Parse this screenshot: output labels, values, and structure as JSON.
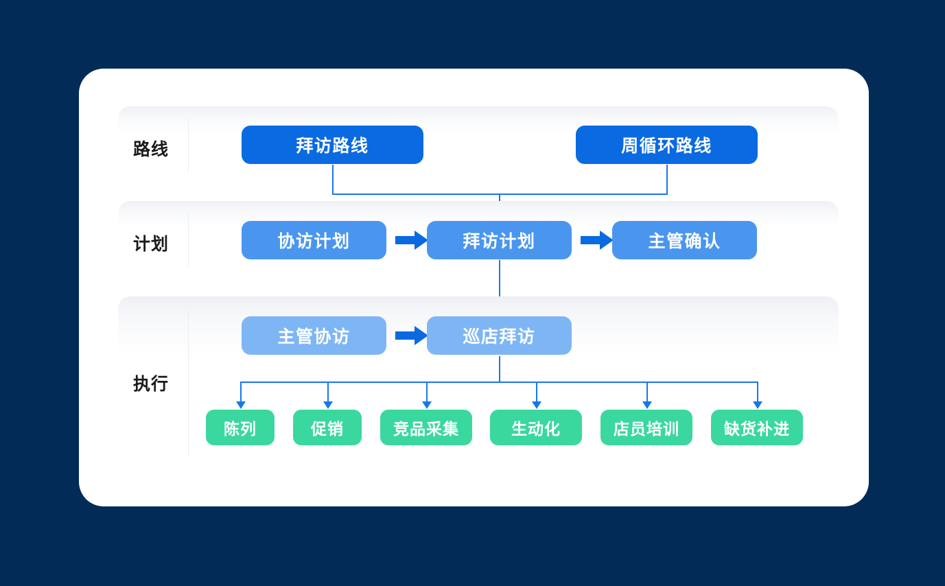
{
  "theme": {
    "background": "#032b57",
    "card_background": "#ffffff",
    "deep_blue": "#0a6ae1",
    "mid_blue": "#4a96ef",
    "light_blue": "#7eb6f5",
    "green": "#3ad89e",
    "connector_blue": "#1678e8",
    "label_color": "#1a1a1a"
  },
  "rows": [
    {
      "label": "路线",
      "nodes": [
        {
          "text": "拜访路线",
          "color": "deep"
        },
        {
          "text": "周循环路线",
          "color": "deep"
        }
      ]
    },
    {
      "label": "计划",
      "nodes": [
        {
          "text": "协访计划",
          "color": "mid"
        },
        {
          "text": "拜访计划",
          "color": "mid"
        },
        {
          "text": "主管确认",
          "color": "mid"
        }
      ]
    },
    {
      "label": "执行",
      "nodes": [
        {
          "text": "主管协访",
          "color": "light"
        },
        {
          "text": "巡店拜访",
          "color": "light"
        }
      ],
      "tasks": [
        {
          "text": "陈列"
        },
        {
          "text": "促销"
        },
        {
          "text": "竞品采集"
        },
        {
          "text": "生动化"
        },
        {
          "text": "店员培训"
        },
        {
          "text": "缺货补进"
        }
      ]
    }
  ]
}
